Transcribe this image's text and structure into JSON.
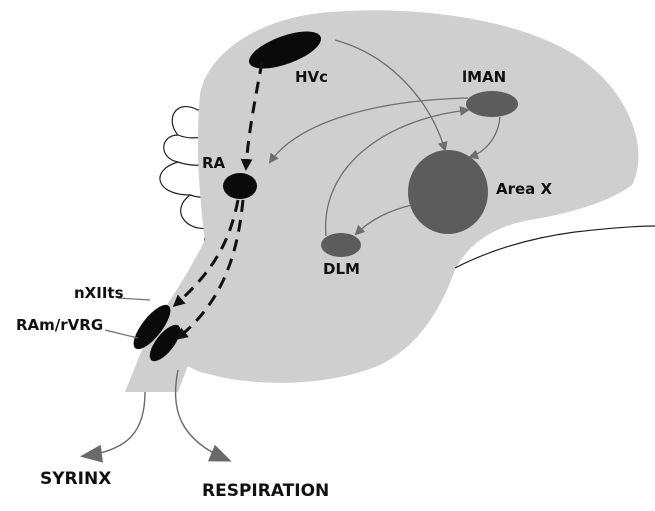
{
  "labels": {
    "hvc": "HVc",
    "lman": "lMAN",
    "ra": "RA",
    "area_x": "Area X",
    "dlm": "DLM",
    "nxiits": "nXIIts",
    "ram_rvrg": "RAm/rVRG",
    "syrinx": "SYRINX",
    "respiration": "RESPIRATION"
  },
  "colors": {
    "brain": "#cfcfcf",
    "nucleus_black": "#0a0a0a",
    "nucleus_gray": "#5c5c5c",
    "arrow_gray": "#6e6e6e",
    "outline": "#222222"
  }
}
